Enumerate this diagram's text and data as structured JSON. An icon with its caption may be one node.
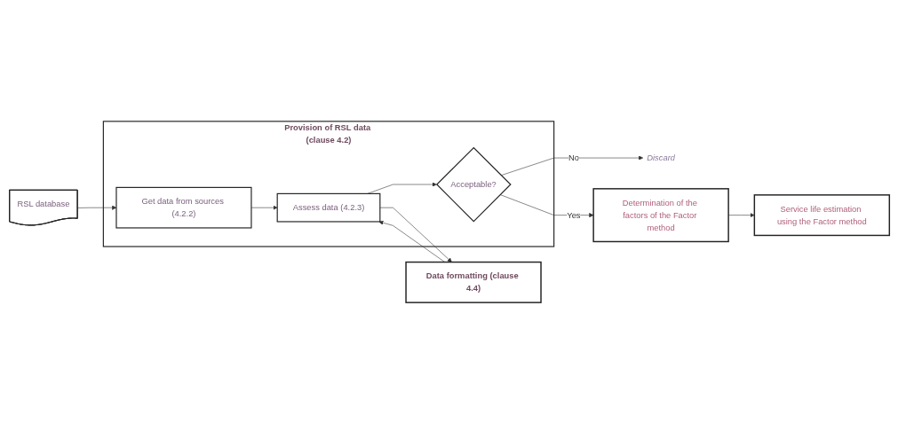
{
  "diagram": {
    "nodes": [
      {
        "text": [
          "RSL database"
        ]
      },
      {
        "text": [
          "Data formatting (clause 4.4)"
        ]
      },
      {
        "text": [
          "Provision of RSL data (clause 4.2)"
        ]
      },
      {
        "text": [
          "Get data from sources (4.2.2)"
        ],
        "in": 2
      },
      {
        "text": [
          "Assess data (4.2.3)"
        ],
        "in": 2
      },
      {
        "text": [
          "Acceptable?"
        ],
        "in": 2
      },
      {
        "text": [
          "Discard"
        ]
      },
      {
        "text": [
          "Determination of the factors of the Factor method"
        ]
      },
      {
        "text": [
          "Service life estimation using the Factor method"
        ]
      }
    ],
    "edges": [
      {
        "from": 0,
        "to": 3,
        "arrow": "to"
      },
      {
        "from": 4,
        "to": 1,
        "arrow": "to"
      },
      {
        "from": 1,
        "to": 4,
        "arrow": "to"
      },
      {
        "from": 3,
        "to": 4,
        "arrow": "to"
      },
      {
        "from": 4,
        "to": 5,
        "arrow": "to"
      },
      {
        "from": 5,
        "to": 6,
        "label": "No",
        "arrow": "to"
      },
      {
        "from": 5,
        "to": 7,
        "label": "Yes",
        "arrow": "to"
      },
      {
        "from": 7,
        "to": 8,
        "arrow": "to"
      }
    ]
  }
}
